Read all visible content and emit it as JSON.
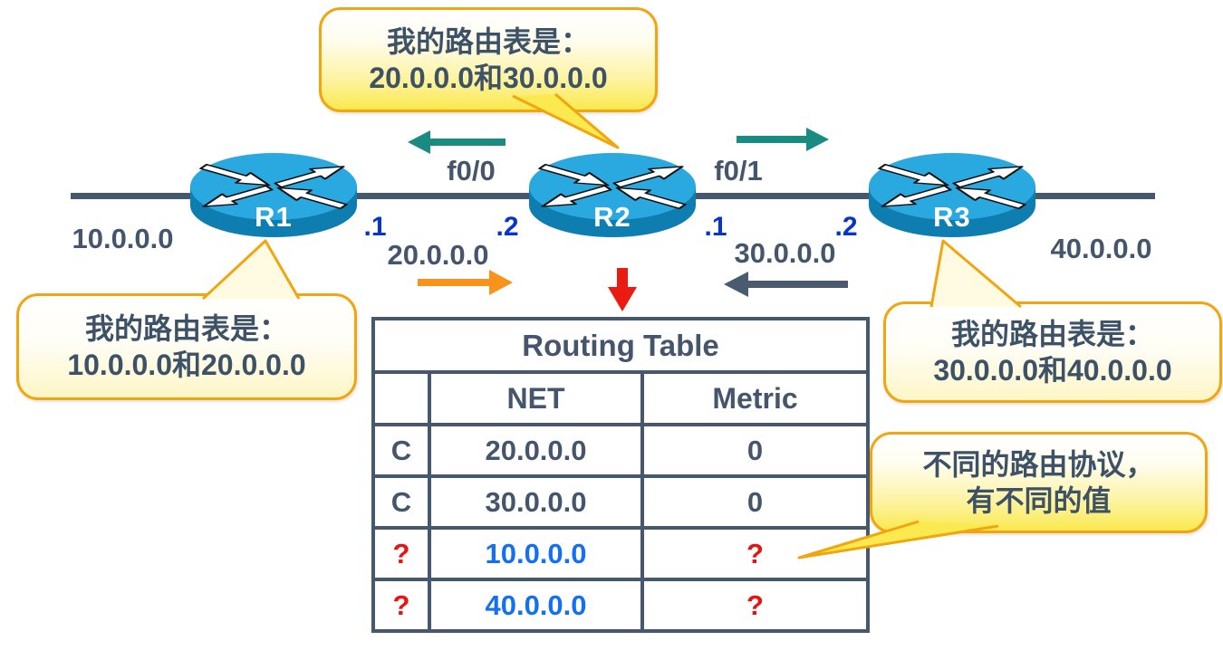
{
  "diagram": {
    "routers": [
      {
        "name": "R1"
      },
      {
        "name": "R2"
      },
      {
        "name": "R3"
      }
    ],
    "networks": {
      "n10": "10.0.0.0",
      "n20": "20.0.0.0",
      "n30": "30.0.0.0",
      "n40": "40.0.0.0"
    },
    "interfaces": {
      "f00": "f0/0",
      "f01": "f0/1"
    },
    "addresses": {
      "r1_seg20": ".1",
      "r2_seg20": ".2",
      "r2_seg30": ".1",
      "r3_seg30": ".2"
    }
  },
  "bubbles": {
    "r2_table": {
      "line1": "我的路由表是：",
      "line2": "20.0.0.0和30.0.0.0"
    },
    "r1_table": {
      "line1": "我的路由表是：",
      "line2": "10.0.0.0和20.0.0.0"
    },
    "r3_table": {
      "line1": "我的路由表是：",
      "line2": "30.0.0.0和40.0.0.0"
    },
    "protocol_note": {
      "line1": "不同的路由协议，",
      "line2": "有不同的值"
    }
  },
  "routing_table": {
    "title": "Routing Table",
    "columns": {
      "code": "",
      "net": "NET",
      "metric": "Metric"
    },
    "rows": [
      {
        "code": "C",
        "net": "20.0.0.0",
        "metric": "0"
      },
      {
        "code": "C",
        "net": "30.0.0.0",
        "metric": "0"
      },
      {
        "code": "?",
        "net": "10.0.0.0",
        "metric": "?"
      },
      {
        "code": "?",
        "net": "40.0.0.0",
        "metric": "?"
      }
    ]
  },
  "colors": {
    "slate_text": "#45566C",
    "address_blue": "#0834CE",
    "learned_route_blue": "#1470F0",
    "unknown_red": "#E81410",
    "teal_arrow": "#1A8B80",
    "orange_arrow": "#F8941D",
    "slate_arrow": "#4A5B70",
    "red_arrow": "#EC1B12",
    "router_top": "#29A9E0",
    "router_side": "#0E7DB0",
    "bubble_border": "#F2A50E",
    "bubble_yellow": "#FAE94F"
  }
}
